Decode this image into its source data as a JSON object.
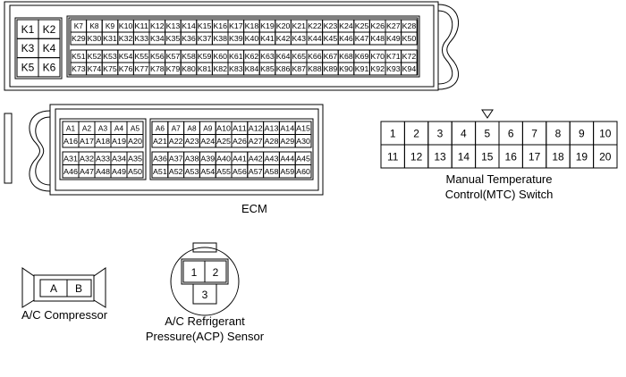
{
  "ecm_top": {
    "left_pins": [
      "K1",
      "K2",
      "K3",
      "K4",
      "K5",
      "K6"
    ],
    "rows": [
      [
        "K7",
        "K8",
        "K9",
        "K10",
        "K11",
        "K12",
        "K13",
        "K14",
        "K15",
        "K16",
        "K17",
        "K18",
        "K19",
        "K20",
        "K21",
        "K22",
        "K23",
        "K24",
        "K25",
        "K26",
        "K27",
        "K28"
      ],
      [
        "K29",
        "K30",
        "K31",
        "K32",
        "K33",
        "K34",
        "K35",
        "K36",
        "K37",
        "K38",
        "K39",
        "K40",
        "K41",
        "K42",
        "K43",
        "K44",
        "K45",
        "K46",
        "K47",
        "K48",
        "K49",
        "K50"
      ],
      [
        "K51",
        "K52",
        "K53",
        "K54",
        "K55",
        "K56",
        "K57",
        "K58",
        "K59",
        "K60",
        "K61",
        "K62",
        "K63",
        "K64",
        "K65",
        "K66",
        "K67",
        "K68",
        "K69",
        "K70",
        "K71",
        "K72"
      ],
      [
        "K73",
        "K74",
        "K75",
        "K76",
        "K77",
        "K78",
        "K79",
        "K80",
        "K81",
        "K82",
        "K83",
        "K84",
        "K85",
        "K86",
        "K87",
        "K88",
        "K89",
        "K90",
        "K91",
        "K92",
        "K93",
        "K94"
      ]
    ]
  },
  "ecm_bottom": {
    "left_rows": [
      [
        "A1",
        "A2",
        "A3",
        "A4",
        "A5"
      ],
      [
        "A16",
        "A17",
        "A18",
        "A19",
        "A20"
      ],
      [
        "A31",
        "A32",
        "A33",
        "A34",
        "A35"
      ],
      [
        "A46",
        "A47",
        "A48",
        "A49",
        "A50"
      ]
    ],
    "right_rows": [
      [
        "A6",
        "A7",
        "A8",
        "A9",
        "A10",
        "A11",
        "A12",
        "A13",
        "A14",
        "A15"
      ],
      [
        "A21",
        "A22",
        "A23",
        "A24",
        "A25",
        "A26",
        "A27",
        "A28",
        "A29",
        "A30"
      ],
      [
        "A36",
        "A37",
        "A38",
        "A39",
        "A40",
        "A41",
        "A42",
        "A43",
        "A44",
        "A45"
      ],
      [
        "A51",
        "A52",
        "A53",
        "A54",
        "A55",
        "A56",
        "A57",
        "A58",
        "A59",
        "A60"
      ]
    ]
  },
  "ecm_label": "ECM",
  "mtc": {
    "top_row": [
      "1",
      "2",
      "3",
      "4",
      "5",
      "6",
      "7",
      "8",
      "9",
      "10"
    ],
    "bottom_row": [
      "11",
      "12",
      "13",
      "14",
      "15",
      "16",
      "17",
      "18",
      "19",
      "20"
    ],
    "label_line1": "Manual Temperature",
    "label_line2": "Control(MTC) Switch"
  },
  "ac_compressor": {
    "pins": [
      "A",
      "B"
    ],
    "label": "A/C Compressor"
  },
  "acp_sensor": {
    "pins": [
      "1",
      "2",
      "3"
    ],
    "label_line1": "A/C Refrigerant",
    "label_line2": "Pressure(ACP) Sensor"
  }
}
